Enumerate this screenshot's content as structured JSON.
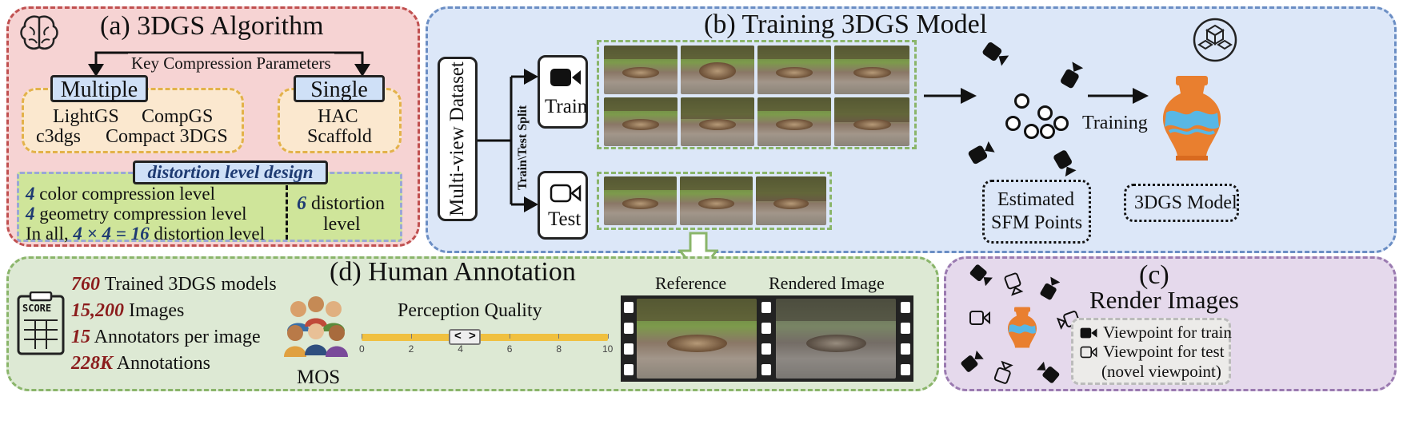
{
  "panel_a": {
    "title": "(a) 3DGS Algorithm",
    "key_params": "Key Compression Parameters",
    "multiple_label": "Multiple",
    "single_label": "Single",
    "multiple_methods": [
      "LightGS",
      "CompGS",
      "c3dgs",
      "Compact 3DGS"
    ],
    "single_methods": [
      "HAC",
      "Scaffold"
    ],
    "distortion_design_label": "distortion level design",
    "color_level_num": "4",
    "color_level_text": " color compression level",
    "geometry_level_num": "4",
    "geometry_level_text": " geometry compression level",
    "inall_prefix": "In all, ",
    "inall_formula": "4 × 4 = 16",
    "inall_suffix": " distortion level",
    "six_num": "6",
    "six_text_1": " distortion",
    "six_text_2": "level"
  },
  "panel_b": {
    "title": "(b) Training 3DGS Model",
    "dataset_label": "Multi-view Dataset",
    "split_label": "Train\\Test Split",
    "train_label": "Train",
    "test_label": "Test",
    "training_label": "Training",
    "sfm_line1": "Estimated",
    "sfm_line2": "SFM Points",
    "model_label": "3DGS Model"
  },
  "panel_c": {
    "title_1": "(c)",
    "title_2": "Render Images",
    "legend_train": "Viewpoint for train",
    "legend_test": "Viewpoint for test",
    "legend_novel": "(novel viewpoint)"
  },
  "panel_d": {
    "title": "(d) Human Annotation",
    "score_label": "SCORE",
    "stats": [
      {
        "num": "760",
        "text": " Trained 3DGS models"
      },
      {
        "num": "15,200",
        "text": " Images"
      },
      {
        "num": "15",
        "text": " Annotators per image"
      },
      {
        "num": "228K",
        "text": " Annotations"
      }
    ],
    "mos_label": "MOS",
    "perception_label": "Perception Quality",
    "slider_ticks": [
      "0",
      "2",
      "4",
      "6",
      "8",
      "10"
    ],
    "slider_value": 4.2,
    "slider_handle": "< >",
    "reference_label": "Reference",
    "rendered_label": "Rendered Image"
  },
  "colors": {
    "panel_a_bg": "#f6d3d3",
    "panel_a_border": "#c05050",
    "panel_b_bg": "#dce7f8",
    "panel_b_border": "#6b8ec4",
    "panel_c_bg": "#e5d9ec",
    "panel_c_border": "#9a7ab0",
    "panel_d_bg": "#dde9d4",
    "panel_d_border": "#8ab56a",
    "slider": "#f0c040",
    "stat_number": "#8b1c1c",
    "level_number": "#1f3b72"
  }
}
